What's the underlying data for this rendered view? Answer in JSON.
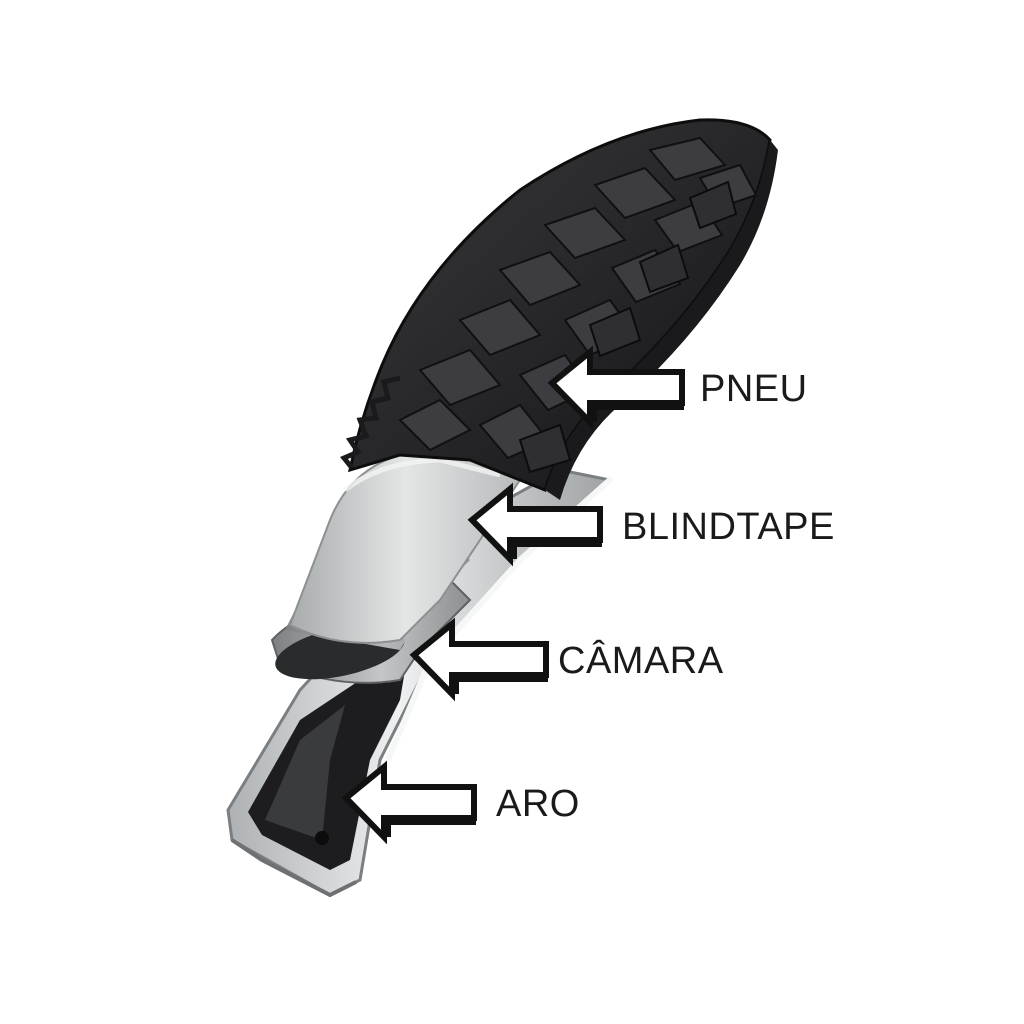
{
  "labels": {
    "pneu": "PNEU",
    "blindtape": "BLINDTAPE",
    "camara": "CÂMARA",
    "aro": "ARO"
  },
  "colors": {
    "background": "#ffffff",
    "tire_tread": "#2b2b2d",
    "tire_shadow": "#141416",
    "blindtape": "#c9cccc",
    "tube": "#9a9c9d",
    "rim_metal": "#d7d9da",
    "rim_inner": "#1d1d1f",
    "arrow_fill": "#ffffff",
    "arrow_stroke": "#111111",
    "label_text": "#1a1a1a"
  },
  "icons": {
    "arrow": "arrow-left-icon"
  }
}
